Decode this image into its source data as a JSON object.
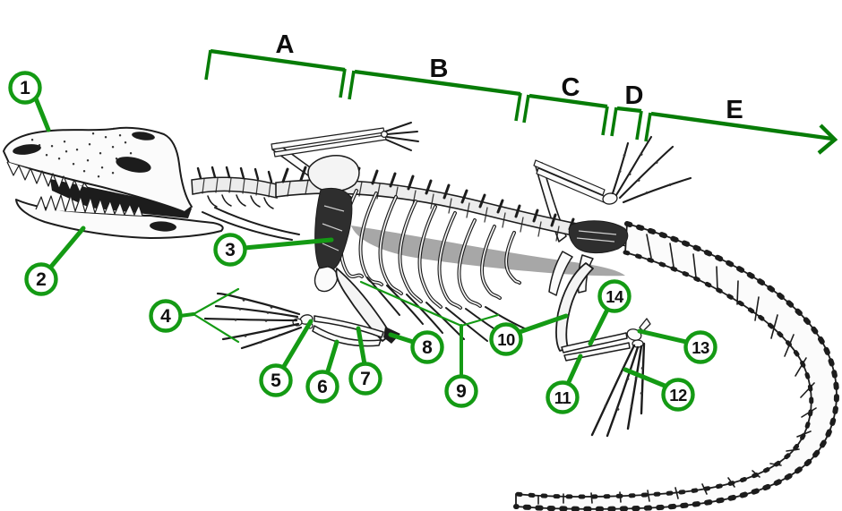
{
  "colors": {
    "background": "#ffffff",
    "ink": "#1c1c1c",
    "axis-green": "#077c07",
    "marker-green": "#149a14"
  },
  "axis": {
    "segment_labels": [
      "A",
      "B",
      "C",
      "D",
      "E"
    ]
  },
  "markers": [
    {
      "number": "1"
    },
    {
      "number": "2"
    },
    {
      "number": "3"
    },
    {
      "number": "4"
    },
    {
      "number": "5"
    },
    {
      "number": "6"
    },
    {
      "number": "7"
    },
    {
      "number": "8"
    },
    {
      "number": "9"
    },
    {
      "number": "10"
    },
    {
      "number": "11"
    },
    {
      "number": "12"
    },
    {
      "number": "13"
    },
    {
      "number": "14"
    }
  ]
}
